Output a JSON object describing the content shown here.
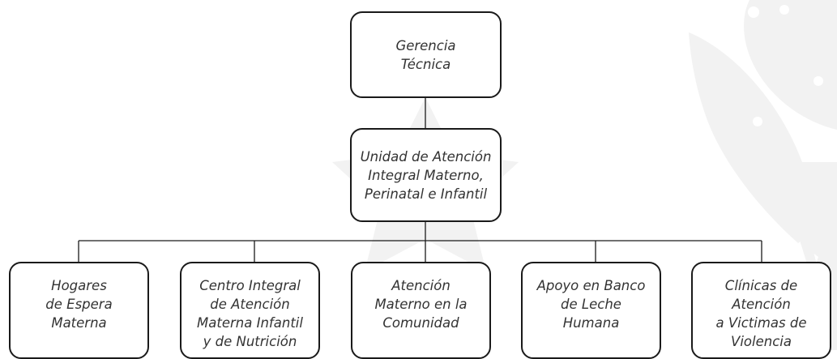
{
  "org_chart": {
    "root": {
      "label": "Gerencia\nTécnica"
    },
    "unit": {
      "label": "Unidad de Atención\nIntegral Materno,\nPerinatal e Infantil"
    },
    "children": [
      {
        "label": "Hogares\nde Espera\nMaterna"
      },
      {
        "label": "Centro Integral\nde Atención\nMaterna Infantil\ny de Nutrición"
      },
      {
        "label": "Atención\nMaterno en la\nComunidad"
      },
      {
        "label": "Apoyo en Banco\nde Leche\nHumana"
      },
      {
        "label": "Clínicas de Atención\na Victimas de\nViolencia"
      }
    ]
  },
  "colors": {
    "border": "#1a1a1a",
    "text": "#333333",
    "watermark": "#f1f1f1"
  }
}
